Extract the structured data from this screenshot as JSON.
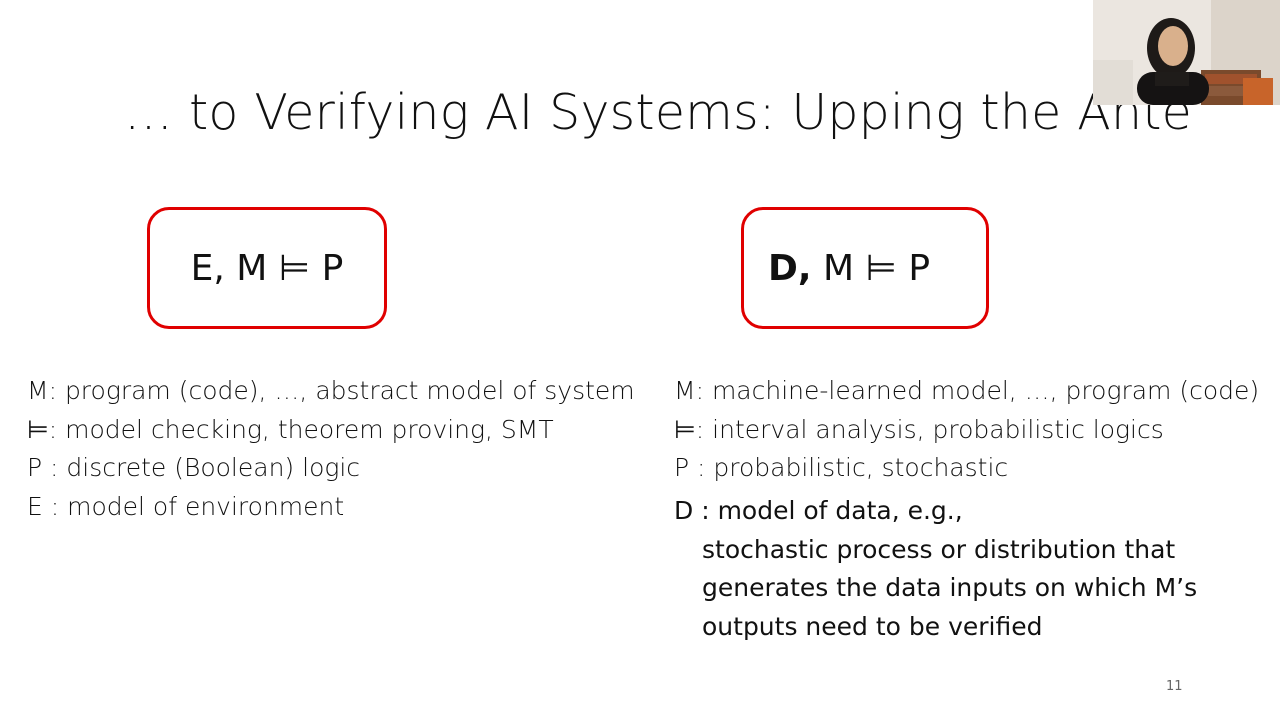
{
  "slide": {
    "title": "… to Verifying AI Systems: Upping the Ante",
    "page_number": "11"
  },
  "left_box": {
    "formula": "E, M ⊨ P"
  },
  "right_box": {
    "formula_bold": "D,",
    "formula_rest": " M ⊨ P"
  },
  "left_definitions": [
    "M: program (code), …, abstract model of system",
    "⊨:  model checking, theorem proving, SMT",
    "P :  discrete (Boolean) logic",
    "E :  model of environment"
  ],
  "right_definitions": [
    "M: machine-learned model, …, program (code)",
    "⊨: interval analysis, probabilistic logics",
    "P : probabilistic, stochastic"
  ],
  "data_definition": {
    "line1": "D : model of data, e.g.,",
    "line2": "stochastic process or distribution that",
    "line3": "generates the data inputs on which M’s",
    "line4": "outputs need to be verified"
  },
  "colors": {
    "box_border": "#e00000",
    "text": "#111111",
    "background": "#ffffff"
  }
}
